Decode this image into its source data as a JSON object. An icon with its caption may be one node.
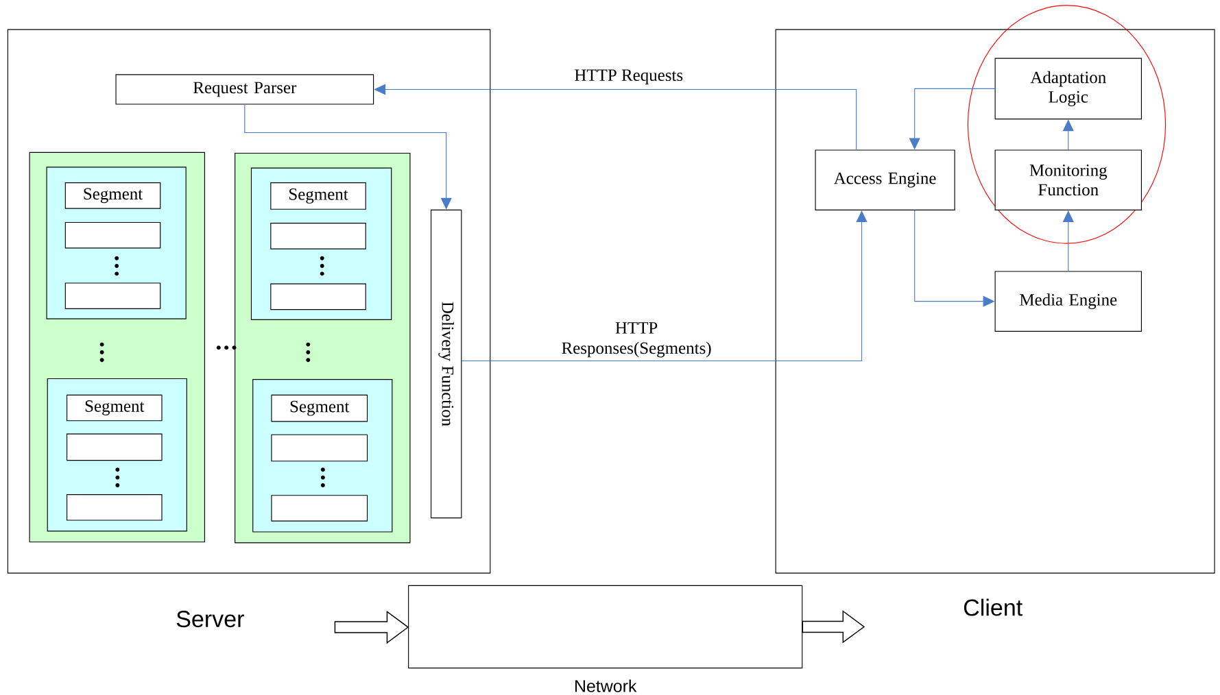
{
  "diagram": {
    "nodes": [
      {
        "text": [
          "Server"
        ]
      },
      {
        "text": [
          "Request Parser"
        ],
        "in": 0
      },
      {
        "text": [],
        "shape": "box",
        "in": 0
      },
      {
        "text": [],
        "shape": "box",
        "in": 2
      },
      {
        "text": [
          "Segment"
        ],
        "in": 3
      },
      {
        "text": [],
        "shape": "box",
        "in": 3
      },
      {
        "text": [],
        "shape": "box",
        "in": 3
      },
      {
        "text": [],
        "shape": "box",
        "in": 2
      },
      {
        "text": [
          "Segment"
        ],
        "in": 7
      },
      {
        "text": [],
        "shape": "box",
        "in": 7
      },
      {
        "text": [],
        "shape": "box",
        "in": 7
      },
      {
        "text": [],
        "shape": "box",
        "in": 0
      },
      {
        "text": [],
        "shape": "box",
        "in": 11
      },
      {
        "text": [
          "Segment"
        ],
        "in": 12
      },
      {
        "text": [],
        "shape": "box",
        "in": 12
      },
      {
        "text": [],
        "shape": "box",
        "in": 12
      },
      {
        "text": [],
        "shape": "box",
        "in": 11
      },
      {
        "text": [
          "Segment"
        ],
        "in": 16
      },
      {
        "text": [],
        "shape": "box",
        "in": 16
      },
      {
        "text": [],
        "shape": "box",
        "in": 16
      },
      {
        "text": [
          "Delivery Function"
        ],
        "in": 0
      },
      {
        "text": [
          "Client"
        ]
      },
      {
        "text": [
          "Access Engine"
        ],
        "in": 21
      },
      {
        "text": [],
        "shape": "ellipse"
      },
      {
        "text": [
          "Adaptation Logic"
        ],
        "in": 23
      },
      {
        "text": [
          "Monitoring Function"
        ],
        "in": 23
      },
      {
        "text": [
          "Media Engine"
        ],
        "in": 21
      },
      {
        "text": [
          "Network"
        ]
      }
    ],
    "edges": [
      {
        "from": 22,
        "to": 1,
        "arrow": "to",
        "label": "HTTP Requests"
      },
      {
        "from": 1,
        "to": 20,
        "arrow": "to"
      },
      {
        "from": 20,
        "to": 22,
        "arrow": "to",
        "label": "HTTP Responses(Segments)"
      },
      {
        "from": 24,
        "to": 22,
        "arrow": "to"
      },
      {
        "from": 22,
        "to": 26,
        "arrow": "to"
      },
      {
        "from": 25,
        "to": 24,
        "arrow": "to"
      },
      {
        "from": 26,
        "to": 25,
        "arrow": "to"
      },
      {
        "from": 0,
        "to": 27,
        "arrow": "to",
        "style": "thick",
        "color": "#000000"
      },
      {
        "from": 27,
        "to": 21,
        "arrow": "to",
        "style": "thick",
        "color": "#000000"
      }
    ]
  }
}
